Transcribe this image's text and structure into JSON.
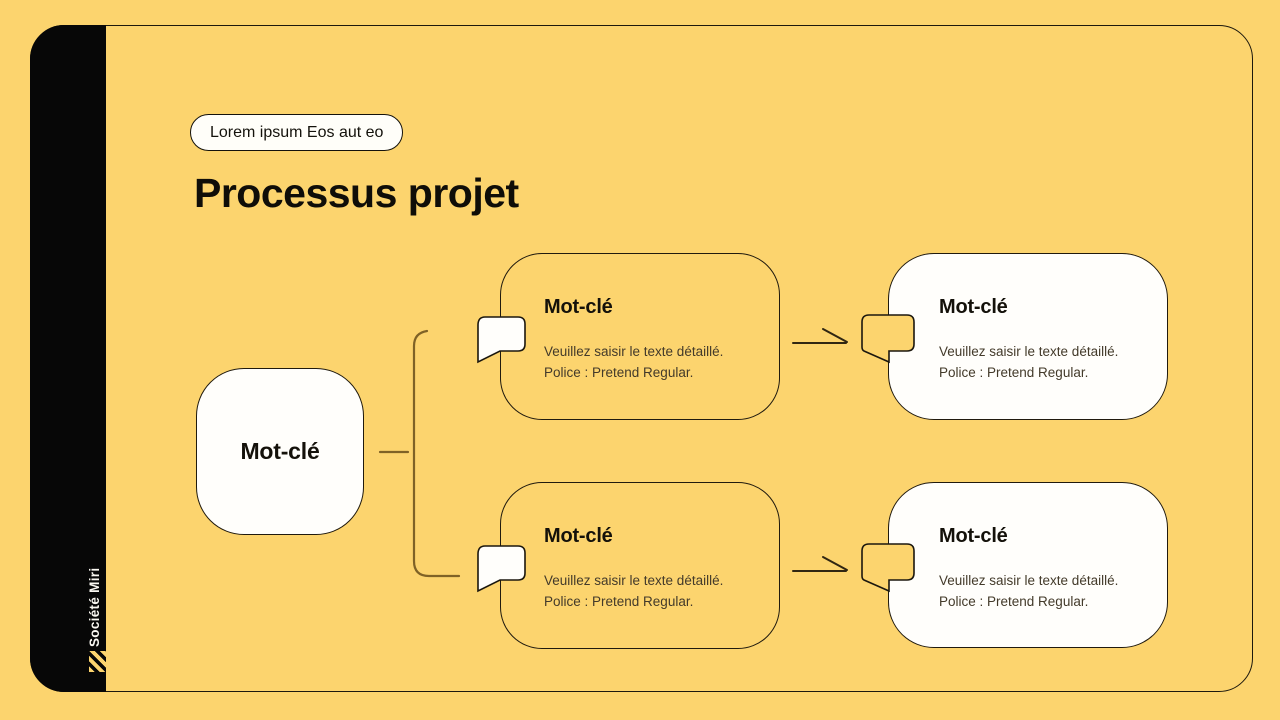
{
  "sidebar": {
    "company": "Société Miri",
    "logo_icon": "diagonal-stripes-icon"
  },
  "header": {
    "tag": "Lorem ipsum Eos aut eo",
    "title": "Processus projet"
  },
  "diagram": {
    "root": {
      "title": "Mot-clé"
    },
    "nodes": [
      {
        "id": "step-top",
        "title": "Mot-clé",
        "desc1": "Veuillez saisir le texte détaillé.",
        "desc2": "Police : Pretend Regular."
      },
      {
        "id": "result-top",
        "title": "Mot-clé",
        "desc1": "Veuillez saisir le texte détaillé.",
        "desc2": "Police : Pretend Regular."
      },
      {
        "id": "step-bottom",
        "title": "Mot-clé",
        "desc1": "Veuillez saisir le texte détaillé.",
        "desc2": "Police : Pretend Regular."
      },
      {
        "id": "result-bottom",
        "title": "Mot-clé",
        "desc1": "Veuillez saisir le texte détaillé.",
        "desc2": "Police : Pretend Regular."
      }
    ]
  },
  "colors": {
    "background": "#FCD46E",
    "ink": "#1c180d",
    "card_white": "#FFFEFB",
    "connector_brown": "#7f6226",
    "arrow_dark": "#302612",
    "sidebar_black": "#070707"
  }
}
